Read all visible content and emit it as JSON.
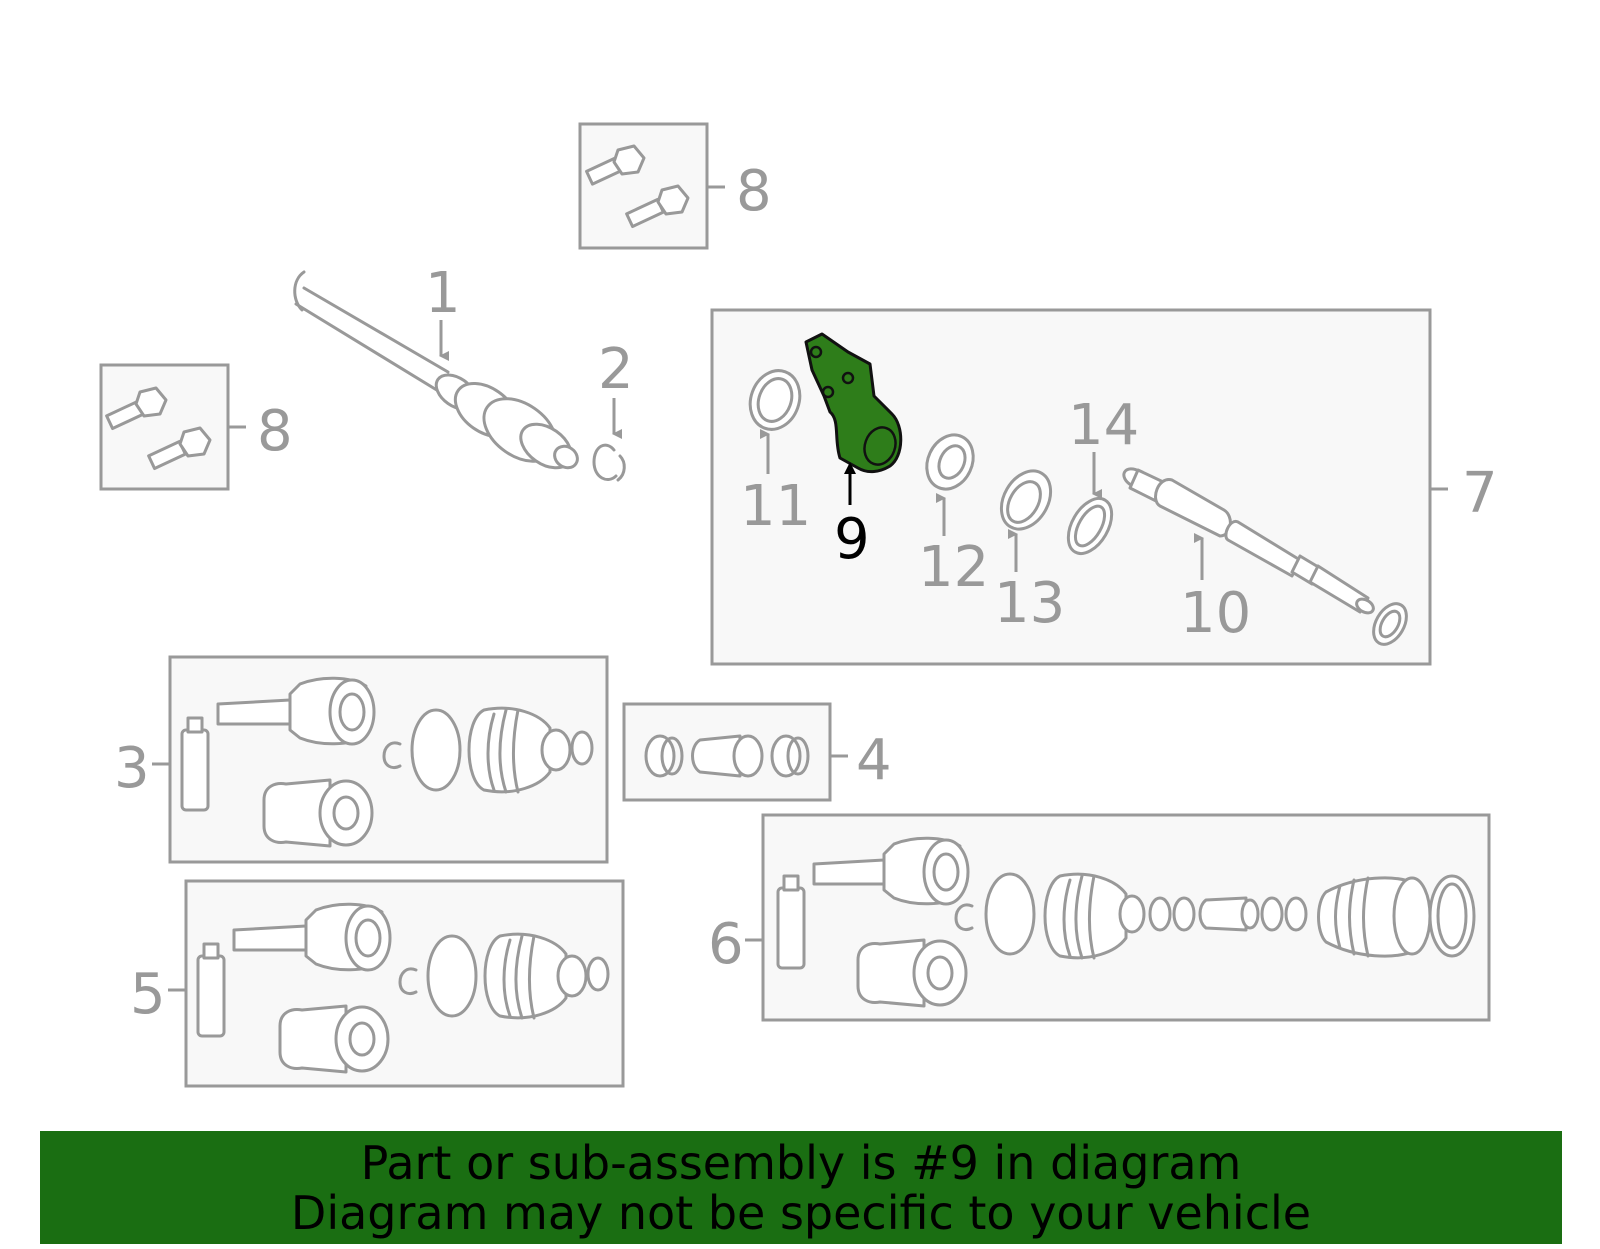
{
  "colors": {
    "highlight_part": "#2e7d1a",
    "banner_background": "#1a6e12",
    "banner_text": "#000000",
    "line_gray": "#999999",
    "box_fill": "#f8f8f8"
  },
  "callouts": {
    "c1": "1",
    "c2": "2",
    "c3": "3",
    "c4": "4",
    "c5": "5",
    "c6": "6",
    "c7": "7",
    "c8_top": "8",
    "c8_left": "8",
    "c9": "9",
    "c10": "10",
    "c11": "11",
    "c12": "12",
    "c13": "13",
    "c14": "14"
  },
  "highlighted_part": "9",
  "banner": {
    "line1": "Part or sub-assembly is #9 in diagram",
    "line2": "Diagram may not be specific to your vehicle"
  }
}
